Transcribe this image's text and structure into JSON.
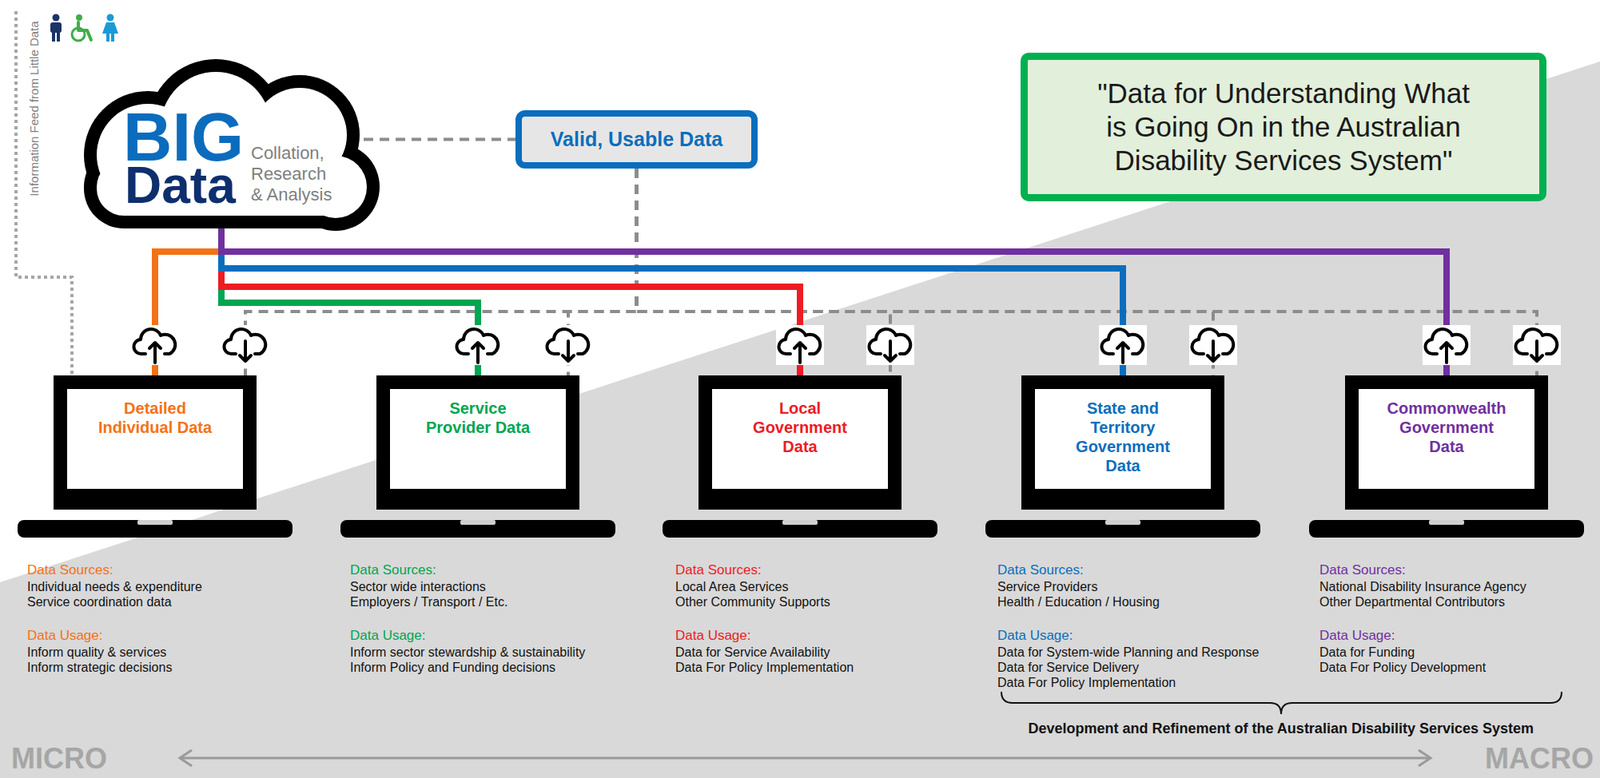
{
  "diagram": {
    "nodes": [
      {
        "text": [
          "BIG",
          "Data",
          "Collation, Research & Analysis"
        ]
      },
      {
        "text": [
          "Valid, Usable Data"
        ]
      },
      {
        "text": [
          "\"Data for Understanding What is Going On in the Australian Disability Services System\""
        ]
      },
      {
        "text": [
          "Detailed Individual Data"
        ]
      },
      {
        "text": [
          "Service Provider Data"
        ]
      },
      {
        "text": [
          "Local Government Data"
        ]
      },
      {
        "text": [
          "State and Territory Government Data"
        ]
      },
      {
        "text": [
          "Commonwealth Government Data"
        ]
      }
    ],
    "edges": [
      {
        "from": 0,
        "to": 1,
        "arrow": "none"
      },
      {
        "from": 3,
        "to": 0,
        "arrow": "none"
      },
      {
        "from": 4,
        "to": 0,
        "arrow": "none"
      },
      {
        "from": 5,
        "to": 0,
        "arrow": "none"
      },
      {
        "from": 6,
        "to": 0,
        "arrow": "none"
      },
      {
        "from": 7,
        "to": 0,
        "arrow": "none"
      },
      {
        "from": 1,
        "to": 3,
        "arrow": "none"
      },
      {
        "from": 1,
        "to": 4,
        "arrow": "none"
      },
      {
        "from": 1,
        "to": 5,
        "arrow": "none"
      },
      {
        "from": 1,
        "to": 6,
        "arrow": "none"
      },
      {
        "from": 1,
        "to": 7,
        "arrow": "none"
      }
    ],
    "labels": [
      "Information Feed from Little Data",
      "Data Sources:",
      "Individual needs & expenditure",
      "Service coordination data",
      "Data Usage:",
      "Inform quality & services",
      "Inform strategic decisions",
      "Data Sources:",
      "Sector wide interactions",
      "Employers / Transport / Etc.",
      "Data Usage:",
      "Inform sector stewardship & sustainability",
      "Inform Policy and Funding decisions",
      "Data Sources:",
      "Local Area Services",
      "Other Community Supports",
      "Data Usage:",
      "Data for Service Availability",
      "Data For Policy Implementation",
      "Data Sources:",
      "Service Providers",
      "Health / Education / Housing",
      "Data Usage:",
      "Data for System-wide Planning and Response",
      "Data for Service Delivery",
      "Data For Policy Implementation",
      "Data Sources:",
      "National Disability Insurance Agency",
      "Other Departmental Contributors",
      "Data Usage:",
      "Data for Funding",
      "Data For Policy Development",
      "Development and Refinement of the Australian Disability Services System",
      "MICRO",
      "MACRO"
    ]
  }
}
